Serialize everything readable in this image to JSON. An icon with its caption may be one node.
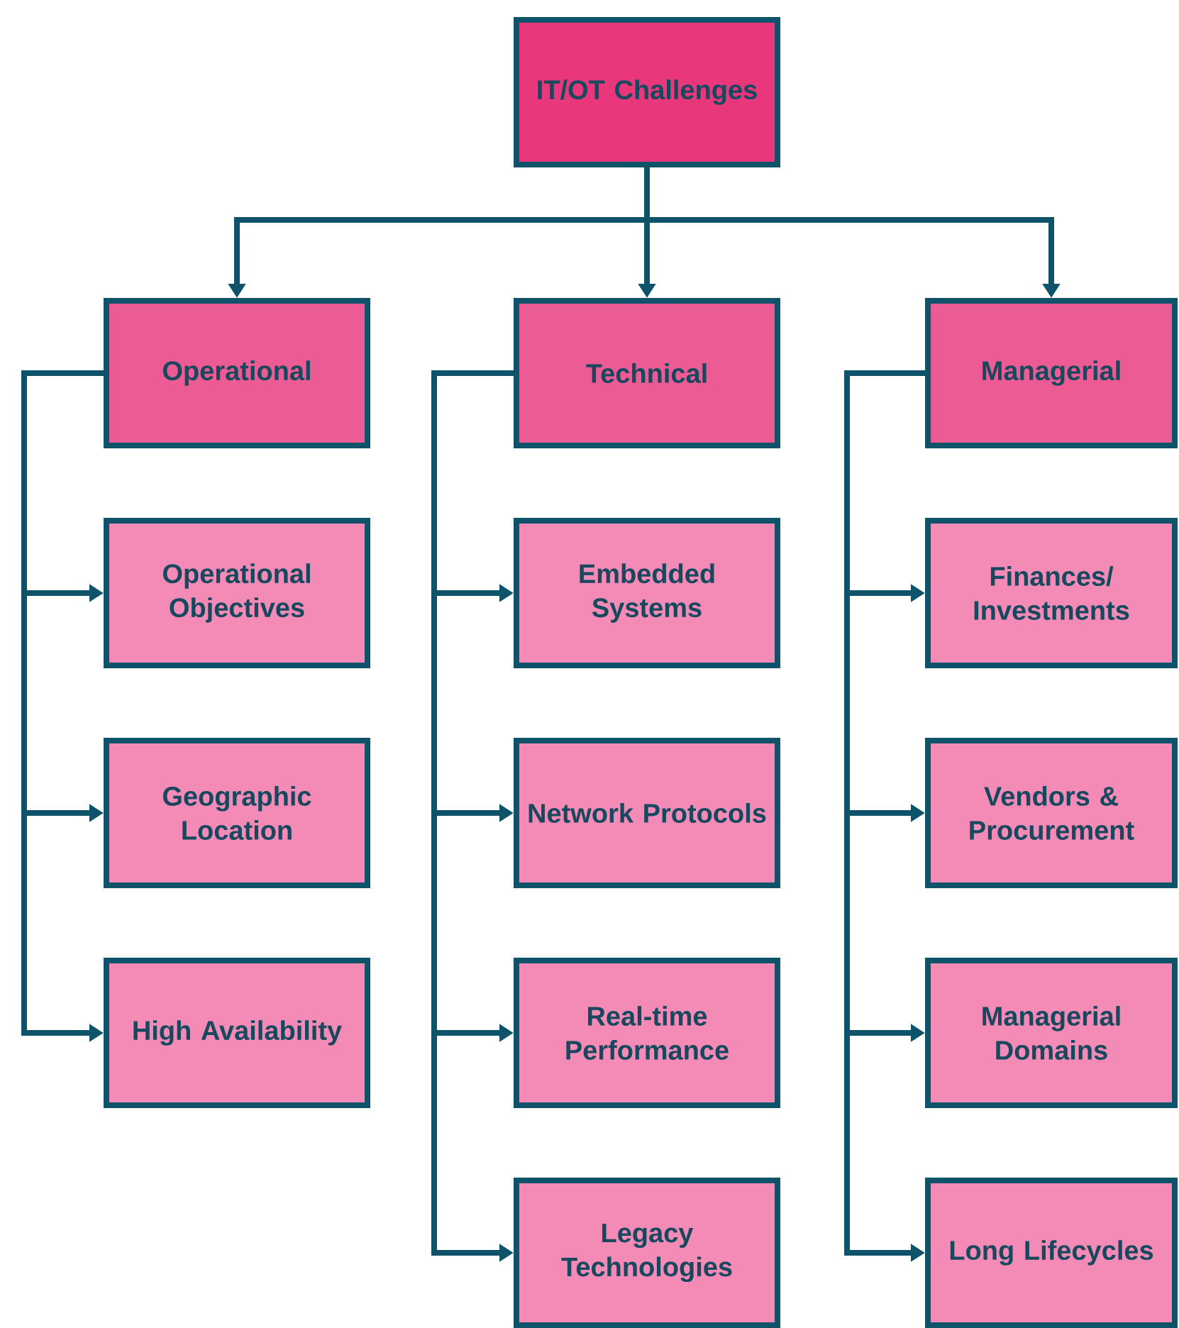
{
  "diagram": {
    "nodes": [
      {
        "text": [
          "IT/OT Challenges"
        ]
      },
      {
        "text": [
          "Operational"
        ]
      },
      {
        "text": [
          "Technical"
        ]
      },
      {
        "text": [
          "Managerial"
        ]
      },
      {
        "text": [
          "Operational Objectives"
        ]
      },
      {
        "text": [
          "Geographic Location"
        ]
      },
      {
        "text": [
          "High Availability"
        ]
      },
      {
        "text": [
          "Embedded Systems"
        ]
      },
      {
        "text": [
          "Network Protocols"
        ]
      },
      {
        "text": [
          "Real-time Performance"
        ]
      },
      {
        "text": [
          "Legacy Technologies"
        ]
      },
      {
        "text": [
          "Finances/ Investments"
        ]
      },
      {
        "text": [
          "Vendors & Procurement"
        ]
      },
      {
        "text": [
          "Managerial Domains"
        ]
      },
      {
        "text": [
          "Long Lifecycles"
        ]
      }
    ],
    "edges": [
      {
        "from": 0,
        "to": 1,
        "arrow": "to"
      },
      {
        "from": 0,
        "to": 2,
        "arrow": "to"
      },
      {
        "from": 0,
        "to": 3,
        "arrow": "to"
      },
      {
        "from": 1,
        "to": 4,
        "arrow": "to"
      },
      {
        "from": 1,
        "to": 5,
        "arrow": "to"
      },
      {
        "from": 1,
        "to": 6,
        "arrow": "to"
      },
      {
        "from": 2,
        "to": 7,
        "arrow": "to"
      },
      {
        "from": 2,
        "to": 8,
        "arrow": "to"
      },
      {
        "from": 2,
        "to": 9,
        "arrow": "to"
      },
      {
        "from": 2,
        "to": 10,
        "arrow": "to"
      },
      {
        "from": 3,
        "to": 11,
        "arrow": "to"
      },
      {
        "from": 3,
        "to": 12,
        "arrow": "to"
      },
      {
        "from": 3,
        "to": 13,
        "arrow": "to"
      },
      {
        "from": 3,
        "to": 14,
        "arrow": "to"
      }
    ]
  }
}
